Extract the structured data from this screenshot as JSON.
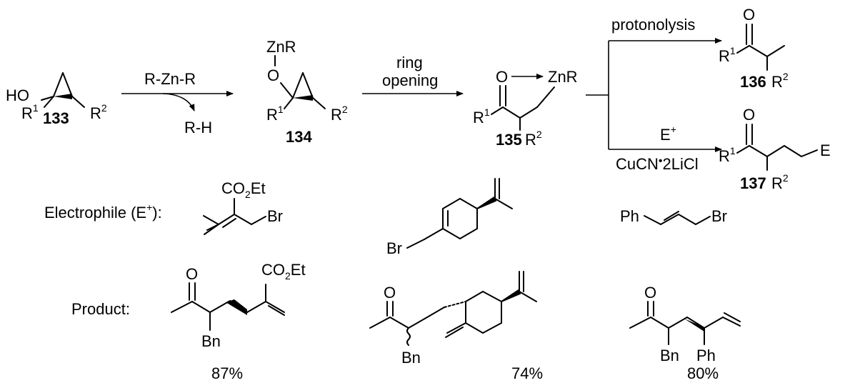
{
  "reagent": "R-Zn-R",
  "byproduct": "R-H",
  "step2_line1": "ring",
  "step2_line2": "opening",
  "protonolysis": "protonolysis",
  "electrophile_reagent": "E",
  "cu_reagent": "CuCN",
  "cu_reagent_rest": "2LiCl",
  "compounds": {
    "c133": "133",
    "c134": "134",
    "c135": "135",
    "c136": "136",
    "c137": "137"
  },
  "atoms": {
    "HO": "HO",
    "O": "O",
    "ZnR": "ZnR",
    "R": "R",
    "E": "E",
    "CO2Et_a": "CO",
    "CO2Et_b": "2",
    "CO2Et_c": "Et",
    "Br": "Br",
    "Ph": "Ph",
    "Bn": "Bn"
  },
  "electrophile_label": "Electrophile (E",
  "electrophile_label_end": "):",
  "product_label": "Product:",
  "yields": [
    "87%",
    "74%",
    "80%"
  ]
}
